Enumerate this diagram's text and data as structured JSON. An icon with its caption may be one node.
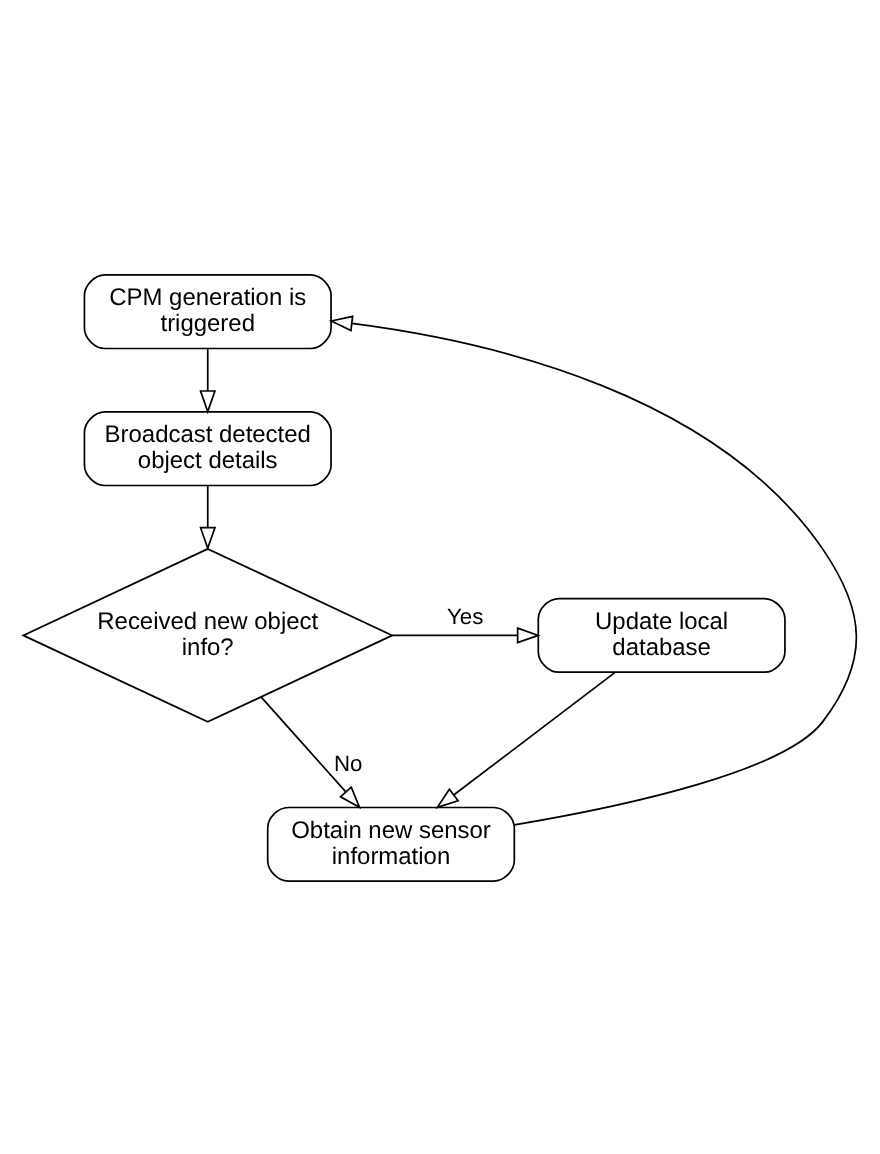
{
  "diagram": {
    "nodes": [
      {
        "text": [
          "CPM generation is triggered"
        ]
      },
      {
        "text": [
          "Broadcast detected object details"
        ]
      },
      {
        "text": [
          "Received new object info?"
        ]
      },
      {
        "text": [
          "Update local database"
        ]
      },
      {
        "text": [
          "Obtain new sensor information"
        ]
      }
    ],
    "edges": [
      {
        "from": 0,
        "to": 1,
        "arrow": "to"
      },
      {
        "from": 1,
        "to": 2,
        "arrow": "to"
      },
      {
        "from": 2,
        "to": 3,
        "arrow": "to",
        "label": "Yes"
      },
      {
        "from": 2,
        "to": 4,
        "arrow": "to",
        "label": "No"
      },
      {
        "from": 3,
        "to": 4,
        "arrow": "to"
      },
      {
        "from": 4,
        "to": 0,
        "arrow": "to"
      }
    ]
  }
}
